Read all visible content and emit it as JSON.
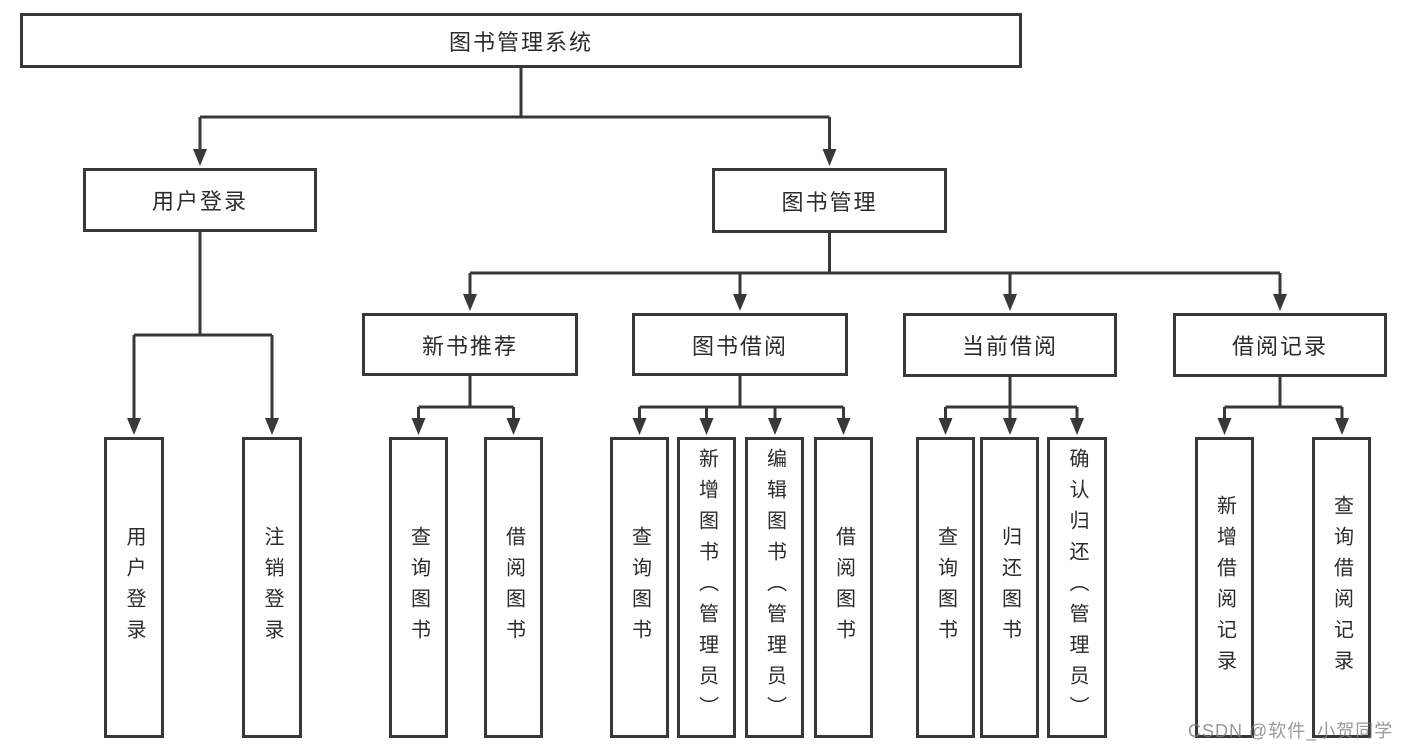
{
  "nodes": {
    "root": {
      "label": "图书管理系统"
    },
    "user_login": {
      "label": "用户登录"
    },
    "book_mgmt": {
      "label": "图书管理"
    },
    "new_book_rec": {
      "label": "新书推荐"
    },
    "book_borrow": {
      "label": "图书借阅"
    },
    "current_borrow": {
      "label": "当前借阅"
    },
    "borrow_records": {
      "label": "借阅记录"
    },
    "leaf_user_login": {
      "label": "用户登录"
    },
    "leaf_logout": {
      "label": "注销登录"
    },
    "leaf_query_book_1": {
      "label": "查询图书"
    },
    "leaf_borrow_book_1": {
      "label": "借阅图书"
    },
    "leaf_query_book_2": {
      "label": "查询图书"
    },
    "leaf_add_book": {
      "label": "新增图书（管理员）"
    },
    "leaf_edit_book": {
      "label": "编辑图书（管理员）"
    },
    "leaf_borrow_book_2": {
      "label": "借阅图书"
    },
    "leaf_query_book_3": {
      "label": "查询图书"
    },
    "leaf_return_book": {
      "label": "归还图书"
    },
    "leaf_confirm_return": {
      "label": "确认归还（管理员）"
    },
    "leaf_add_record": {
      "label": "新增借阅记录"
    },
    "leaf_query_record": {
      "label": "查询借阅记录"
    }
  },
  "watermark": "CSDN @软件_小贺同学",
  "colors": {
    "line": "#383838",
    "text": "#2b2b2b",
    "watermark": "#808080",
    "background": "#ffffff"
  }
}
